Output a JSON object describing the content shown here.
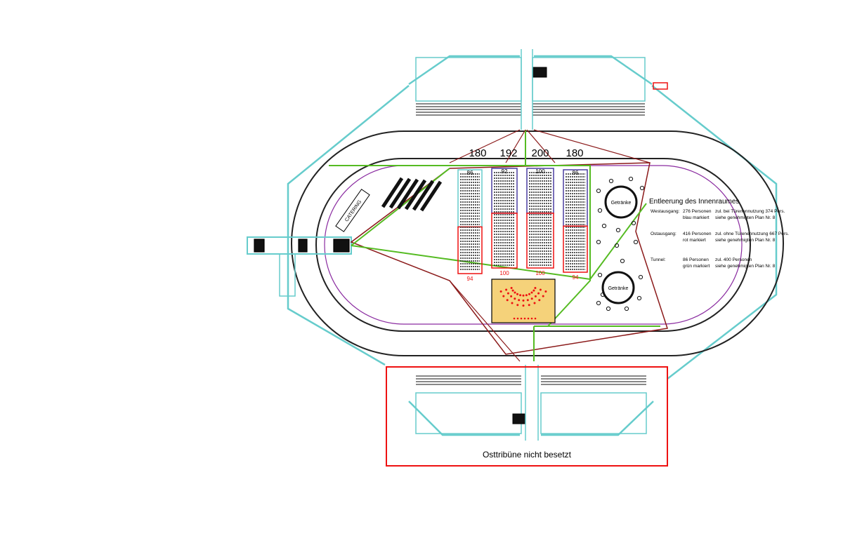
{
  "sections_top": [
    "180",
    "192",
    "200",
    "180"
  ],
  "block_top_labels": [
    "86",
    "92",
    "100",
    "86"
  ],
  "block_bottom_labels": [
    "94",
    "100",
    "100",
    "94"
  ],
  "catering_label": "CATERING",
  "bar_label_1": "Getränke",
  "bar_label_2": "Getränke",
  "legend": {
    "title": "Entleerung des Innenraumes",
    "west": {
      "name": "Westausgang:",
      "persons": "276 Personen",
      "marking": "blau markiert",
      "allowed": "zul. bei Türenennutzung 374 Pers.",
      "plan": "siehe genehmigten Plan Nr. 8"
    },
    "ost": {
      "name": "Ostausgang:",
      "persons": "416 Personen",
      "marking": "rot markiert",
      "allowed": "zul. ohne Türenennutzung 667 Pers.",
      "plan": "siehe genehmigten Plan Nr. 8"
    },
    "tunnel": {
      "name": "Tunnel:",
      "persons": "86 Personen",
      "marking": "grün markiert",
      "allowed": "zul. 400 Personen",
      "plan": "siehe genehmigten Plan Nr. 8"
    }
  },
  "ost_note": "Osttribüne nicht besetzt",
  "colors": {
    "cyan": "#66cccc",
    "track": "#333333",
    "purple": "#8a2ba0",
    "green": "#55bb22",
    "red": "#ee1111",
    "maroon": "#8b1a1a",
    "stage": "#f5d27a",
    "blue_rows": "#4b3ea0"
  }
}
